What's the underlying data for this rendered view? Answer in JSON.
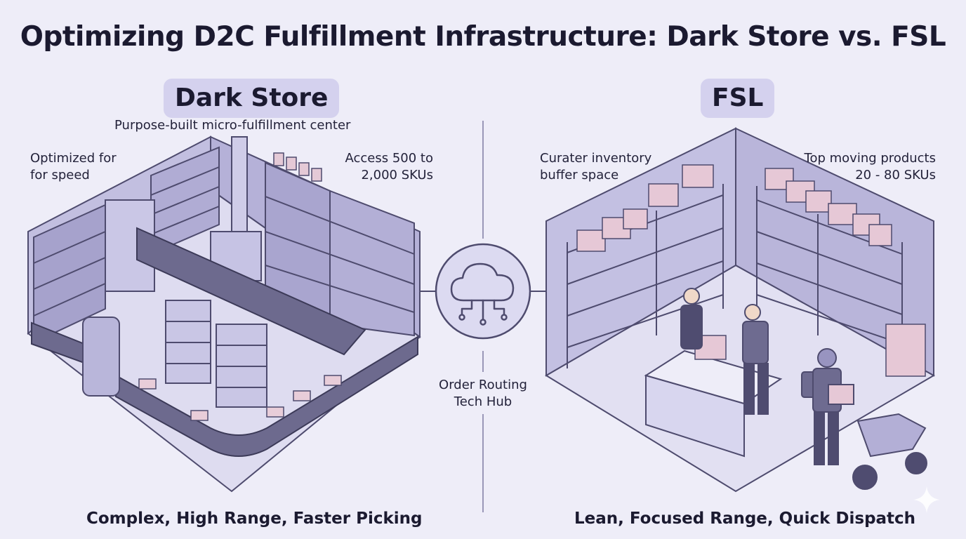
{
  "title": "Optimizing D2C Fulfillment Infrastructure: Dark Store vs. FSL",
  "dark_store": {
    "heading": "Dark Store",
    "subtitle": "Purpose-built micro-fulfillment center",
    "note_left": [
      "Optimized for",
      "for speed"
    ],
    "note_right": [
      "Access 500 to",
      "2,000 SKUs"
    ],
    "summary": "Complex, High Range, Faster Picking"
  },
  "hub": {
    "icon": "cloud-network-icon",
    "label": [
      "Order Routing",
      "Tech Hub"
    ]
  },
  "fsl": {
    "heading": "FSL",
    "note_left": [
      "Curater inventory",
      "buffer space"
    ],
    "note_right": [
      "Top moving products",
      "20 - 80 SKUs"
    ],
    "summary": "Lean, Focused Range, Quick Dispatch"
  },
  "colors": {
    "background": "#eeedf8",
    "accent": "#d4d1ee",
    "line": "#5b587a",
    "shelf": "#9d98c4"
  }
}
